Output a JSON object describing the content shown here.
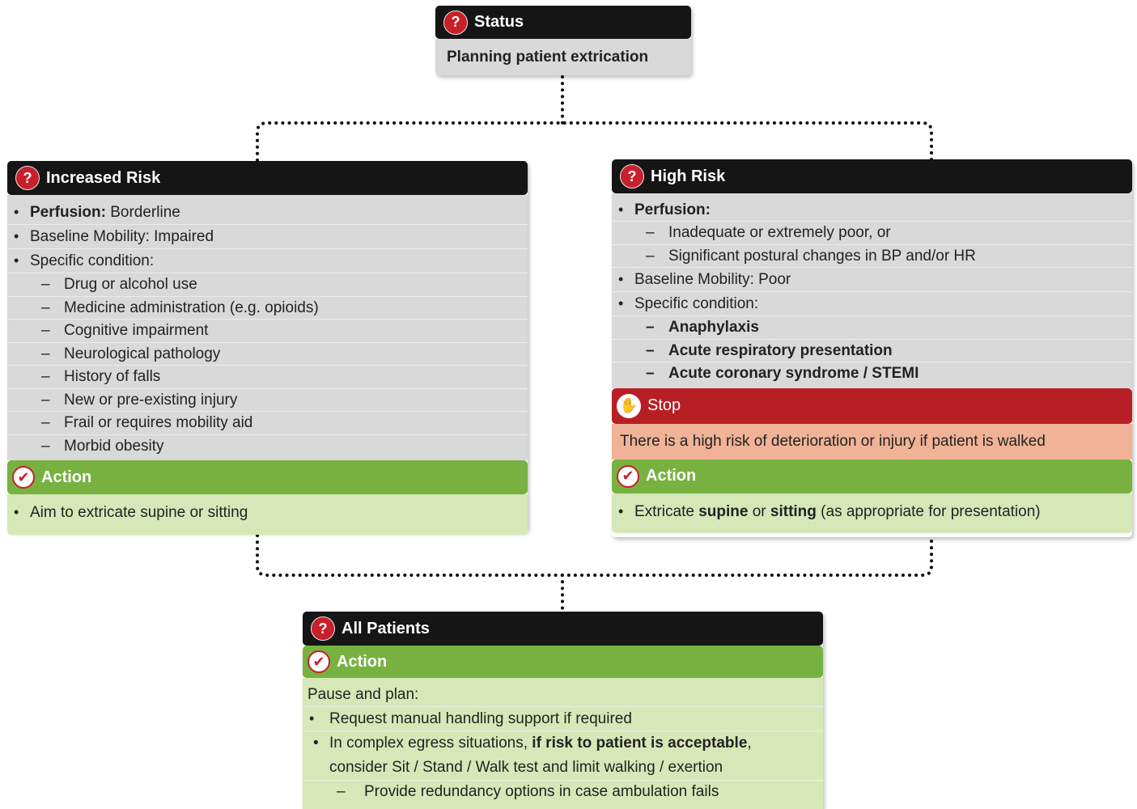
{
  "status": {
    "title": "Status",
    "subtitle": "Planning patient extrication"
  },
  "increased_risk": {
    "title": "Increased Risk",
    "perfusion_label": "Perfusion:",
    "perfusion_value": " Borderline",
    "mobility": "Baseline Mobility: Impaired",
    "specific": "Specific condition:",
    "conditions": [
      "Drug or alcohol use",
      "Medicine administration (e.g. opioids)",
      "Cognitive impairment",
      "Neurological pathology",
      "History of falls",
      "New or pre-existing injury",
      "Frail or requires mobility aid",
      "Morbid obesity"
    ],
    "action_title": "Action",
    "action_item": "Aim to extricate supine or sitting"
  },
  "high_risk": {
    "title": "High Risk",
    "perfusion_label": "Perfusion:",
    "perfusion_items": [
      "Inadequate or extremely poor, or",
      "Significant postural changes in BP and/or HR"
    ],
    "mobility": "Baseline Mobility: Poor",
    "specific": "Specific condition:",
    "conditions": [
      "Anaphylaxis",
      "Acute respiratory presentation",
      "Acute coronary syndrome / STEMI"
    ],
    "stop_title": "Stop",
    "stop_text": "There is a high risk of deterioration or injury if patient is walked",
    "action_title": "Action",
    "action_parts": {
      "p1": "Extricate ",
      "b1": "supine",
      "p2": " or ",
      "b2": "sitting",
      "p3": " (as appropriate for presentation)"
    }
  },
  "all_patients": {
    "title": "All Patients",
    "action_title": "Action",
    "intro": "Pause and plan:",
    "item1": "Request manual handling support if required",
    "item2_part1": "In complex egress situations, ",
    "item2_bold": "if risk to patient is acceptable",
    "item2_part2": ",",
    "item2_line2": "consider Sit / Stand / Walk test and limit walking / exertion",
    "sub_item": "Provide redundancy options in case ambulation fails"
  },
  "colors": {
    "header_black": "#151515",
    "question_red": "#c8202a",
    "status_gray": "#d9d9d9",
    "action_green": "#77b241",
    "action_body_green": "#d6e8b8",
    "stop_red": "#b81f24",
    "stop_body_salmon": "#f0b397"
  },
  "icons": {
    "header": "question-mark-icon",
    "action": "checkmark-icon",
    "stop": "stop-hand-icon"
  }
}
